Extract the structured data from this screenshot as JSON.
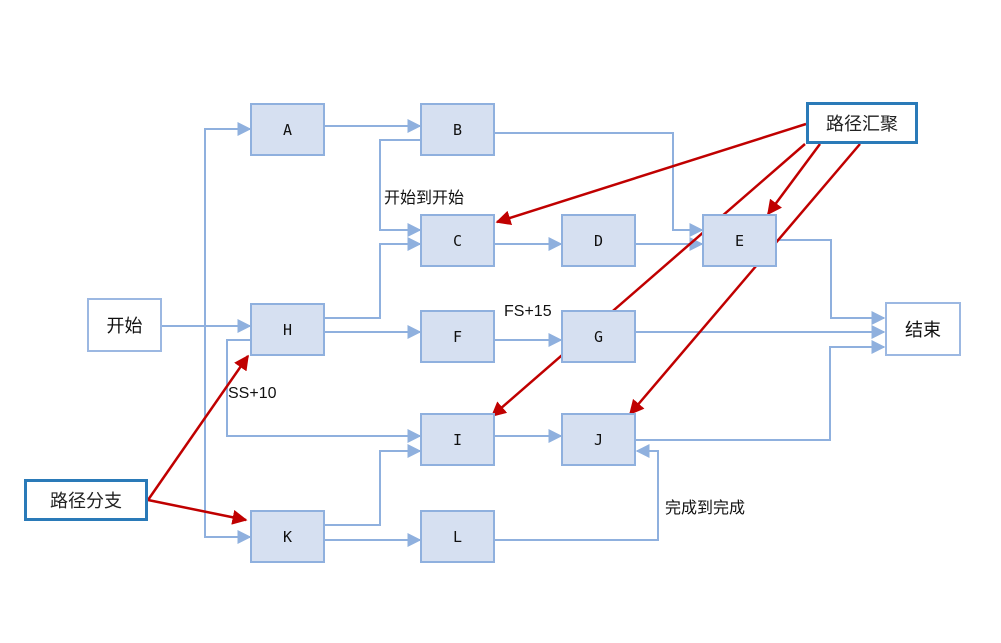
{
  "diagram": {
    "type": "network-diagram",
    "nodes": {
      "start": "开始",
      "end": "结束",
      "A": "A",
      "B": "B",
      "C": "C",
      "D": "D",
      "E": "E",
      "F": "F",
      "G": "G",
      "H": "H",
      "I": "I",
      "J": "J",
      "K": "K",
      "L": "L"
    },
    "callouts": {
      "merge": "路径汇聚",
      "branch": "路径分支"
    },
    "relation_labels": {
      "start_to_start": "开始到开始",
      "fs_lag": "FS+15",
      "ss_lag": "SS+10",
      "finish_to_finish": "完成到完成"
    },
    "edges": [
      {
        "from": "开始",
        "to": "H"
      },
      {
        "from": "开始",
        "to": "A"
      },
      {
        "from": "开始",
        "to": "K"
      },
      {
        "from": "A",
        "to": "B"
      },
      {
        "from": "B",
        "to": "C",
        "type": "开始到开始"
      },
      {
        "from": "B",
        "to": "E"
      },
      {
        "from": "H",
        "to": "C"
      },
      {
        "from": "H",
        "to": "F"
      },
      {
        "from": "H",
        "to": "I",
        "type": "SS+10"
      },
      {
        "from": "C",
        "to": "D"
      },
      {
        "from": "D",
        "to": "E"
      },
      {
        "from": "F",
        "to": "G",
        "type": "FS+15"
      },
      {
        "from": "E",
        "to": "结束"
      },
      {
        "from": "G",
        "to": "结束"
      },
      {
        "from": "J",
        "to": "结束"
      },
      {
        "from": "I",
        "to": "J"
      },
      {
        "from": "K",
        "to": "I"
      },
      {
        "from": "K",
        "to": "L"
      },
      {
        "from": "L",
        "to": "J",
        "type": "完成到完成"
      }
    ],
    "annotations": [
      {
        "from": "路径汇聚",
        "to": "C"
      },
      {
        "from": "路径汇聚",
        "to": "E"
      },
      {
        "from": "路径汇聚",
        "to": "I"
      },
      {
        "from": "路径汇聚",
        "to": "J"
      },
      {
        "from": "路径分支",
        "to": "H"
      },
      {
        "from": "路径分支",
        "to": "K"
      }
    ],
    "colors": {
      "node_fill": "#d6e0f1",
      "node_border": "#8fb0de",
      "connector": "#8fb0de",
      "annotation_arrow": "#c00000",
      "callout_border": "#2a7ab8"
    }
  }
}
